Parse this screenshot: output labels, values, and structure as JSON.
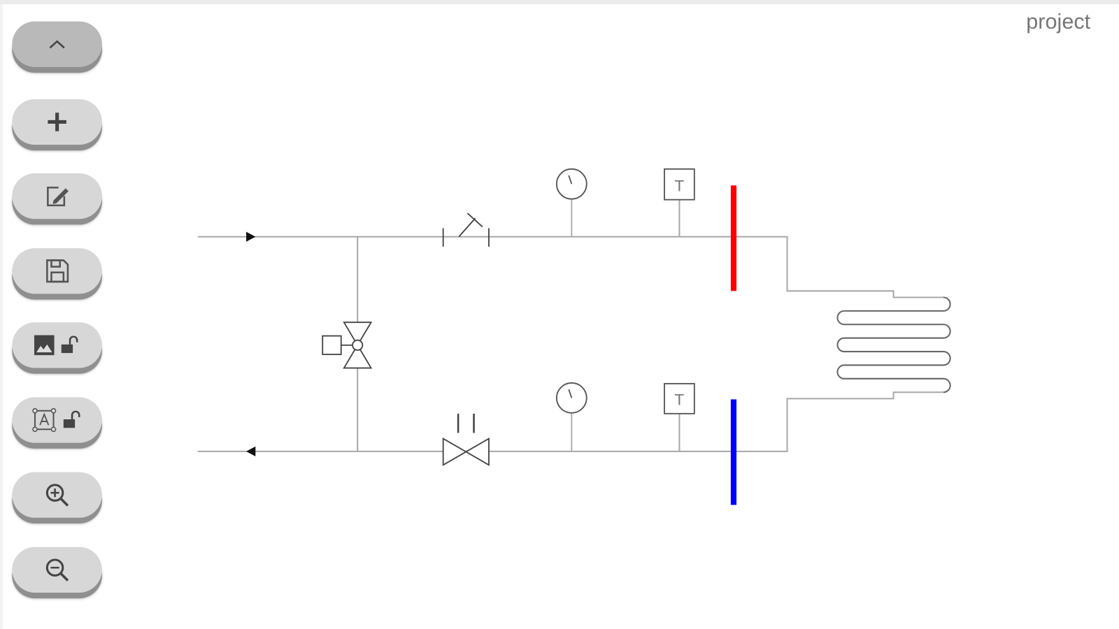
{
  "header": {
    "title": "project"
  },
  "toolbar": {
    "buttons": [
      {
        "name": "collapse-button",
        "icon": "chevron-up-icon"
      },
      {
        "name": "add-button",
        "icon": "plus-icon"
      },
      {
        "name": "edit-button",
        "icon": "edit-icon"
      },
      {
        "name": "save-button",
        "icon": "floppy-disk-icon"
      },
      {
        "name": "image-lock-button",
        "icon": "image-icon",
        "lock": "unlocked"
      },
      {
        "name": "text-lock-button",
        "icon": "text-box-icon",
        "lock": "unlocked"
      },
      {
        "name": "zoom-in-button",
        "icon": "zoom-in-icon"
      },
      {
        "name": "zoom-out-button",
        "icon": "zoom-out-icon"
      }
    ]
  },
  "diagram": {
    "supply_color": "#ff0000",
    "return_color": "#0000ff",
    "pipe_color": "#a0a0a0",
    "gauge_label": "T"
  }
}
